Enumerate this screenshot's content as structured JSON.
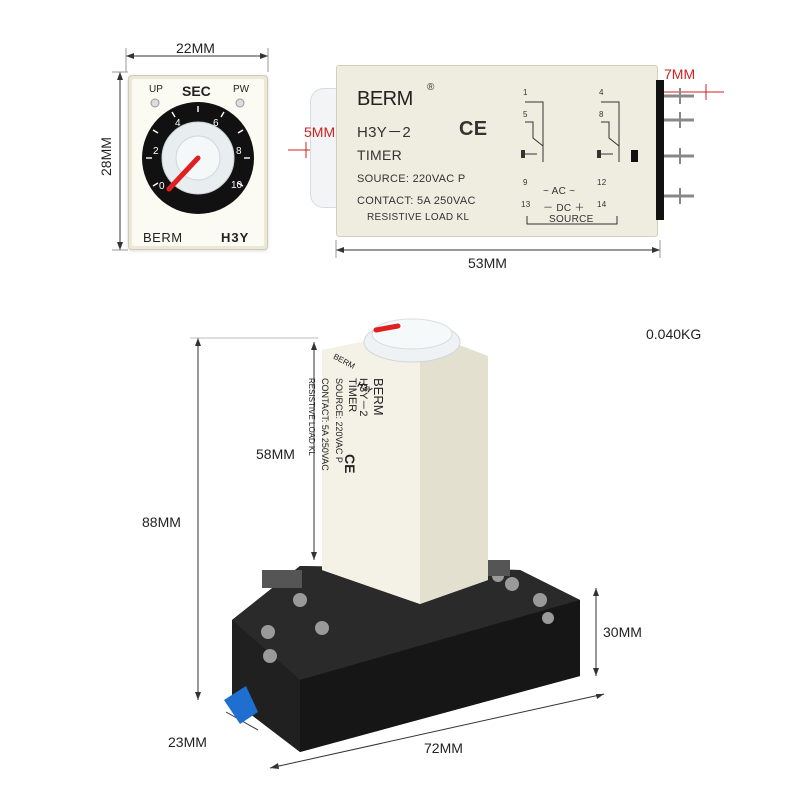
{
  "dimensions": {
    "front_width": "22MM",
    "front_height": "28MM",
    "side_length": "53MM",
    "pin_length": "7MM",
    "knob_depth": "5MM",
    "body_height": "58MM",
    "total_height": "88MM",
    "base_height": "30MM",
    "base_width": "23MM",
    "base_length": "72MM"
  },
  "weight": "0.040KG",
  "front_face": {
    "up": "UP",
    "sec": "SEC",
    "pw": "PW",
    "brand": "BERM",
    "model": "H3Y",
    "scale": [
      "0",
      "2",
      "4",
      "6",
      "8",
      "10"
    ]
  },
  "side_label": {
    "brand": "BERM",
    "reg": "®",
    "model": "H3Y－2",
    "ce": "CE",
    "type": "TIMER",
    "source": "SOURCE: 220VAC  P",
    "contact": "CONTACT: 5A 250VAC",
    "load": "RESISTIVE  LOAD  KL",
    "ac": "~ AC ~",
    "dc": "－ DC ＋",
    "source_footer": "SOURCE",
    "pins": [
      "1",
      "5",
      "9",
      "13",
      "4",
      "8",
      "12",
      "14"
    ]
  },
  "colors": {
    "housing": "#ece8d8",
    "base": "#1b1b1b",
    "pointer": "#e02020",
    "dimension_red": "#d02020",
    "clip": "#1e6fd0"
  }
}
